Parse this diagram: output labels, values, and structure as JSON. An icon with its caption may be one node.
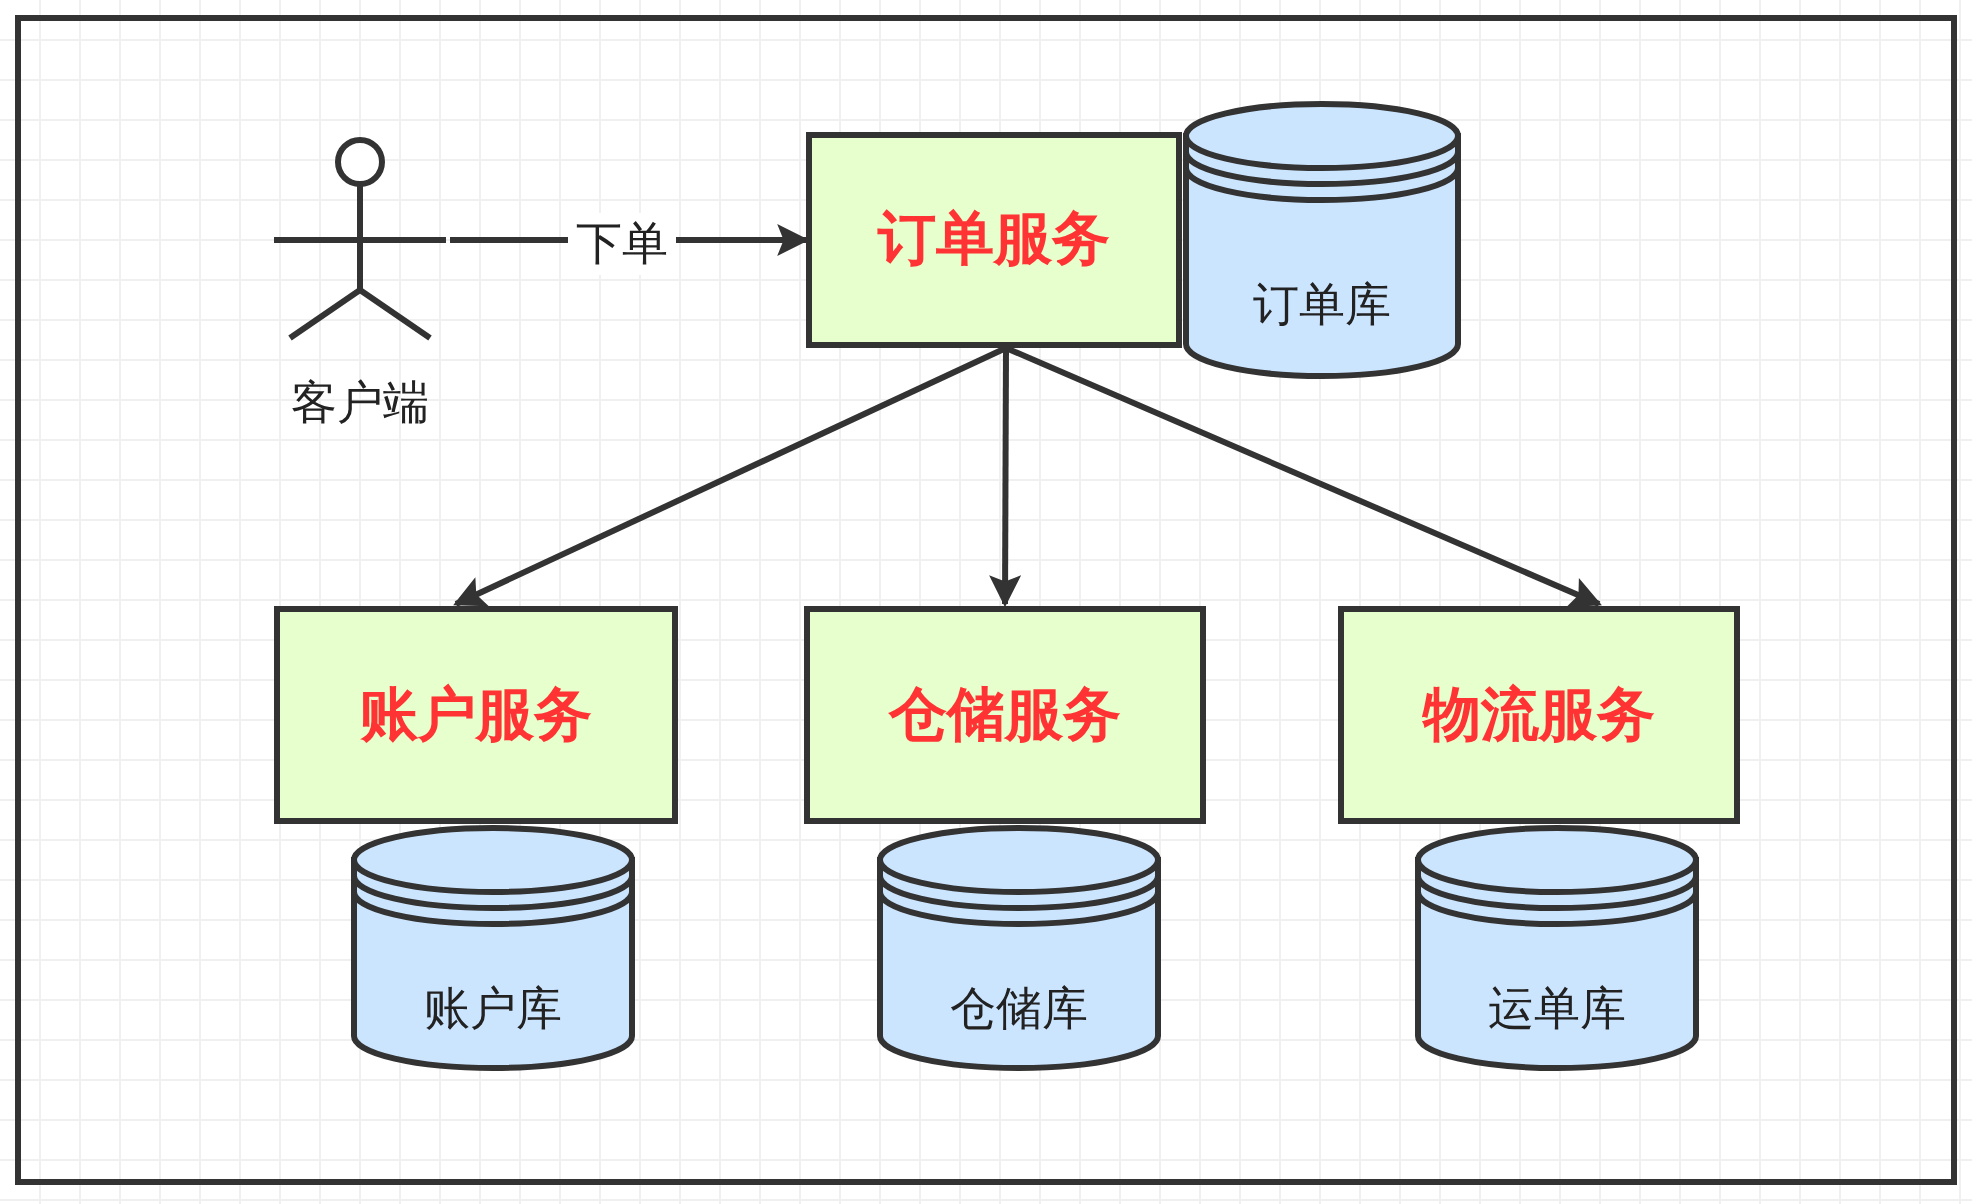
{
  "diagram": {
    "nodes": [
      {
        "text": [
          "客户端"
        ]
      },
      {
        "text": [
          "订单服务"
        ]
      },
      {
        "text": [
          "订单库"
        ]
      },
      {
        "text": [
          "账户服务"
        ]
      },
      {
        "text": [
          "账户库"
        ]
      },
      {
        "text": [
          "仓储服务"
        ]
      },
      {
        "text": [
          "仓储库"
        ]
      },
      {
        "text": [
          "物流服务"
        ]
      },
      {
        "text": [
          "运单库"
        ]
      }
    ],
    "edges": [
      {
        "from": 0,
        "to": 1,
        "arrow": "to",
        "label": "下单"
      },
      {
        "from": 1,
        "to": 3,
        "arrow": "to"
      },
      {
        "from": 1,
        "to": 5,
        "arrow": "to"
      },
      {
        "from": 1,
        "to": 7,
        "arrow": "to"
      }
    ]
  }
}
